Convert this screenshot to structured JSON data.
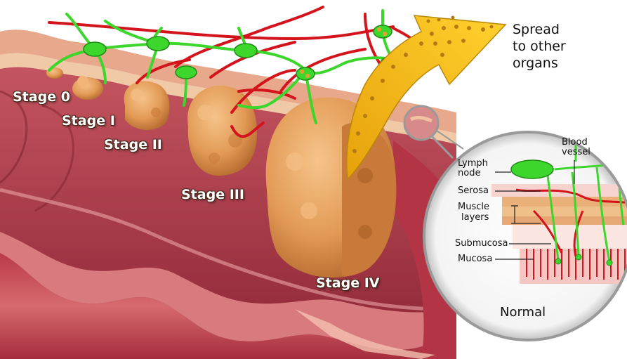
{
  "stages": {
    "stage0": "Stage 0",
    "stage1": "Stage I",
    "stage2": "Stage II",
    "stage3": "Stage III",
    "stage4": "Stage IV"
  },
  "spread": {
    "line1": "Spread",
    "line2": "to other",
    "line3": "organs"
  },
  "inset": {
    "lymph_node_line1": "Lymph",
    "lymph_node_line2": "node",
    "blood_vessel_line1": "Blood",
    "blood_vessel_line2": "vessel",
    "serosa": "Serosa",
    "muscle_line1": "Muscle",
    "muscle_line2": "layers",
    "submucosa": "Submucosa",
    "mucosa": "Mucosa",
    "normal": "Normal"
  },
  "colors": {
    "colon_wall": "#c9505a",
    "colon_inner": "#a83a48",
    "tumor": "#e7a15e",
    "tumor_dark": "#c97a3a",
    "lymph": "#3dd62c",
    "blood": "#d4141c",
    "spread_arrow": "#f5c10e"
  }
}
